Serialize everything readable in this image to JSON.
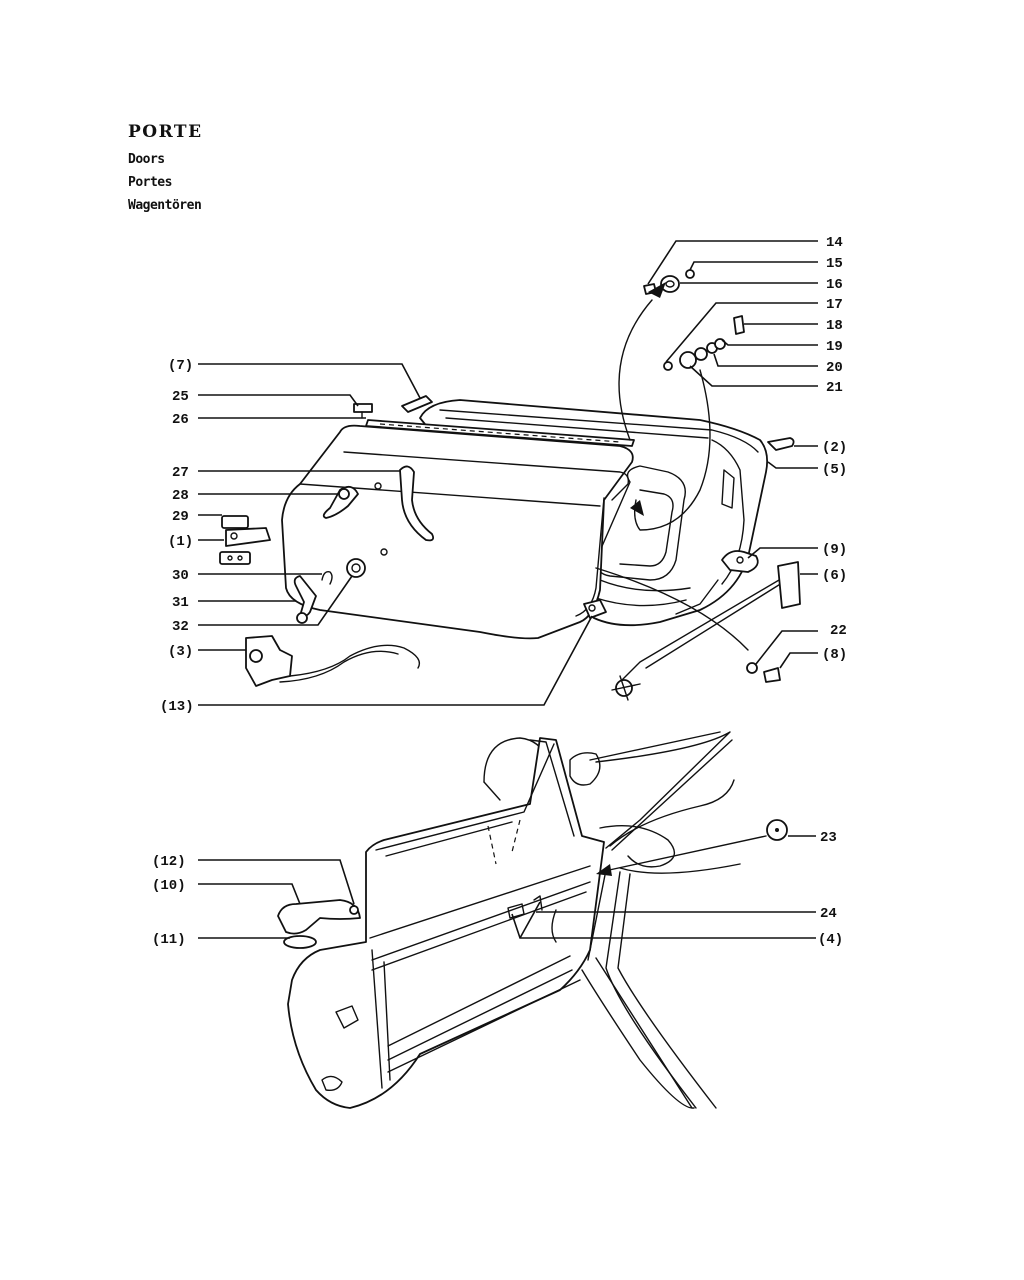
{
  "header": {
    "title": "PORTE",
    "subtitles": [
      "Doors",
      "Portes",
      "Wagentören"
    ]
  },
  "callouts": {
    "c14": "14",
    "c15": "15",
    "c16": "16",
    "c17": "17",
    "c18": "18",
    "c19": "19",
    "c20": "20",
    "c21": "21",
    "c2": "(2)",
    "c5": "(5)",
    "c9": "(9)",
    "c6": "(6)",
    "c22": "22",
    "c8": "(8)",
    "c7": "(7)",
    "c25": "25",
    "c26": "26",
    "c27": "27",
    "c28": "28",
    "c29": "29",
    "c1": "(1)",
    "c30": "30",
    "c31": "31",
    "c32": "32",
    "c3": "(3)",
    "c13": "(13)",
    "c12": "(12)",
    "c10": "(10)",
    "c11": "(11)",
    "c23": "23",
    "c24": "24",
    "c4": "(4)"
  }
}
